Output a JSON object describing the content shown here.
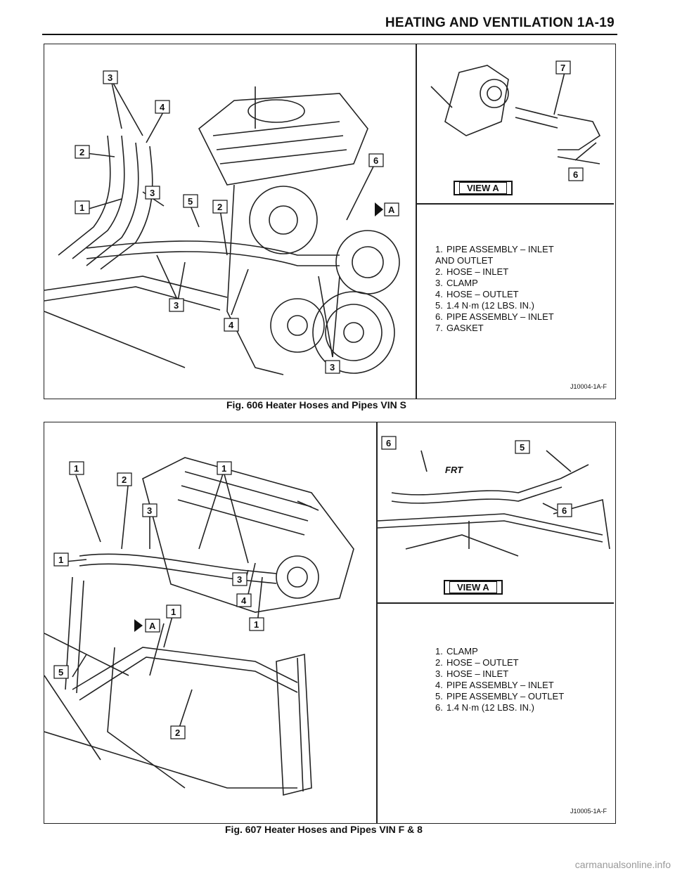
{
  "header": {
    "title": "HEATING AND VENTILATION 1A-19"
  },
  "figures": [
    {
      "caption": "Fig. 606 Heater Hoses and Pipes VIN S",
      "view_label": "VIEW A",
      "code": "J10004-1A-F",
      "legend": [
        {
          "num": "1.",
          "text": "PIPE ASSEMBLY – INLET",
          "cont": "AND OUTLET"
        },
        {
          "num": "2.",
          "text": "HOSE – INLET"
        },
        {
          "num": "3.",
          "text": "CLAMP"
        },
        {
          "num": "4.",
          "text": "HOSE – OUTLET"
        },
        {
          "num": "5.",
          "text": "1.4 N·m (12 LBS. IN.)"
        },
        {
          "num": "6.",
          "text": "PIPE ASSEMBLY – INLET"
        },
        {
          "num": "7.",
          "text": "GASKET"
        }
      ],
      "callouts": [
        "3",
        "4",
        "2",
        "1",
        "3",
        "5",
        "2",
        "6",
        "A",
        "3",
        "4",
        "3",
        "7",
        "6"
      ]
    },
    {
      "caption": "Fig. 607 Heater Hoses and Pipes VIN F & 8",
      "view_label": "VIEW A",
      "code": "J10005-1A-F",
      "frt_label": "FRT",
      "legend": [
        {
          "num": "1.",
          "text": "CLAMP"
        },
        {
          "num": "2.",
          "text": "HOSE – OUTLET"
        },
        {
          "num": "3.",
          "text": "HOSE – INLET"
        },
        {
          "num": "4.",
          "text": "PIPE ASSEMBLY – INLET"
        },
        {
          "num": "5.",
          "text": "PIPE ASSEMBLY – OUTLET"
        },
        {
          "num": "6.",
          "text": "1.4 N·m (12 LBS. IN.)"
        }
      ],
      "callouts": [
        "1",
        "2",
        "1",
        "3",
        "1",
        "3",
        "1",
        "4",
        "A",
        "1",
        "5",
        "2",
        "6",
        "5",
        "6"
      ]
    }
  ],
  "footer": {
    "watermark": "carmanualsonline.info"
  }
}
